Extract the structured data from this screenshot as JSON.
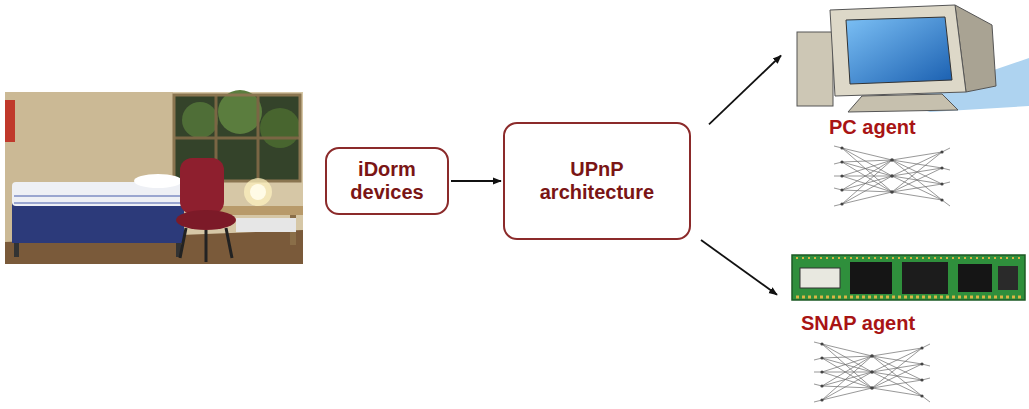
{
  "diagram": {
    "nodes": [
      {
        "text": [
          "iDorm devices"
        ]
      },
      {
        "text": [
          "UPnP architecture"
        ]
      },
      {
        "text": [
          "PC agent"
        ]
      },
      {
        "text": [
          "SNAP agent"
        ]
      }
    ],
    "edges": [
      {
        "from": 0,
        "to": 1,
        "arrow": "to"
      },
      {
        "from": 1,
        "to": 2,
        "arrow": "to"
      },
      {
        "from": 1,
        "to": 3,
        "arrow": "to"
      }
    ]
  }
}
